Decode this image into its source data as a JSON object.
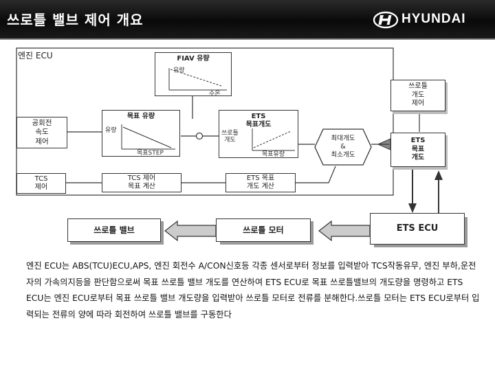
{
  "header": {
    "title": "쓰로틀 밸브 제어 개요",
    "brand": "HYUNDAI"
  },
  "diagram": {
    "engine_ecu_label": "엔진 ECU",
    "fiav_box": {
      "title": "FIAV 유량",
      "y_label": "유량",
      "x_label": "수온"
    },
    "target_flow_box": {
      "title": "목표 유량",
      "y_label": "유량",
      "x_label": "목표STEP"
    },
    "ets_target_box": {
      "title": "ETS\n목표개도",
      "y_label": "쓰로틀\n개도",
      "x_label": "목표유량"
    },
    "idle_speed_box": "공회전\n속도\n제어",
    "tcs_box": "TCS\n제어",
    "tcs_calc_box": "TCS 제어\n목표 계산",
    "ets_calc_box": "ETS 목표\n개도 계산",
    "max_min_hex": "최대개도\n&\n최소개도",
    "throttle_opening_box": "쓰로틀\n개도\n제어",
    "ets_target_opening_box": "ETS\n목표\n개도",
    "ets_ecu_box": "ETS ECU",
    "throttle_motor_box": "쓰로틀 모터",
    "throttle_valve_box": "쓰로틀 밸브"
  },
  "description": "엔진 ECU는 ABS(TCU)ECU,APS, 엔진 회전수 A/CON신호등 각종 센서로부터 정보를 입력받아 TCS작동유무, 엔진 부하,운전자의 가속의지등을 판단함으로써 목표 쓰로틀 밸브 개도를 연산하여 ETS ECU로 목표 쓰로틀밸브의 개도량을 명령하고 ETS ECU는 엔진 ECU로부터 목표 쓰로틀 밸브 개도량을 입력받아 쓰로틀 모터로 전류를 분해한다.쓰로틀 모터는 ETS ECU로부터 입력되는 전류의 양에 따라 회전하여 쓰로틀 밸브를 구동한다",
  "colors": {
    "header_bg": "#111111",
    "header_text": "#ffffff",
    "line": "#333333"
  }
}
